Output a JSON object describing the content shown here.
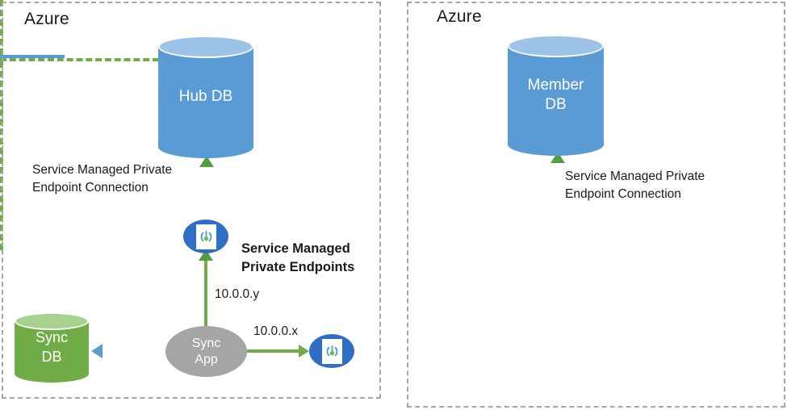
{
  "diagram": {
    "type": "network-architecture",
    "panels": [
      {
        "id": "left",
        "title": "Azure"
      },
      {
        "id": "right",
        "title": "Azure"
      }
    ],
    "nodes": {
      "hub_db": {
        "label": "Hub DB",
        "shape": "cylinder",
        "color": "#5b9bd5",
        "top_color": "#9dc3e6"
      },
      "member_db": {
        "label_line1": "Member",
        "label_line2": "DB",
        "shape": "cylinder",
        "color": "#5b9bd5",
        "top_color": "#9dc3e6"
      },
      "sync_db": {
        "label_line1": "Sync",
        "label_line2": "DB",
        "shape": "cylinder",
        "color": "#70ad47",
        "top_color": "#a9d18e"
      },
      "sync_app": {
        "label_line1": "Sync",
        "label_line2": "App",
        "shape": "ellipse",
        "color": "#a5a5a5"
      },
      "endpoint_hub": {
        "icon": "private-link-endpoint-icon",
        "color": "#2e6fc4"
      },
      "endpoint_member": {
        "icon": "private-link-endpoint-icon",
        "color": "#2e6fc4"
      }
    },
    "labels": {
      "hub_connection": "Service Managed Private\nEndpoint Connection",
      "member_connection": "Service Managed Private\nEndpoint Connection",
      "service_managed_private_endpoints": "Service Managed\nPrivate Endpoints",
      "ip_hub": "10.0.0.y",
      "ip_member": "10.0.0.x"
    },
    "colors": {
      "panel_border": "#a6a6a6",
      "green_connector": "#70ad47",
      "blue_connector": "#5b9bd5",
      "db_blue": "#5b9bd5",
      "db_green": "#70ad47",
      "app_gray": "#a5a5a5",
      "endpoint_blue": "#2e6fc4"
    }
  }
}
